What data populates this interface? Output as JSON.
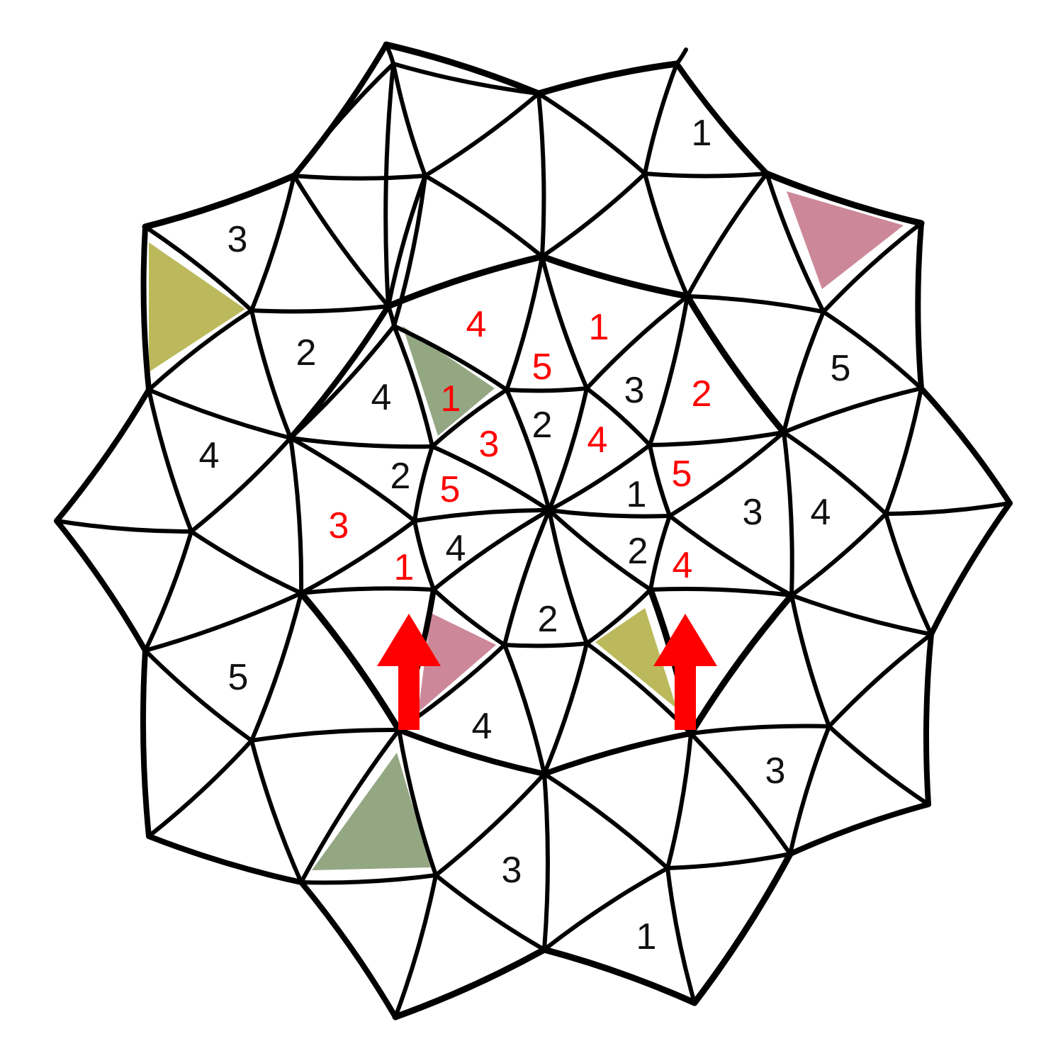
{
  "puzzle": {
    "colors": {
      "line": "#000000",
      "black_number": "#111111",
      "red_number": "#ff0000",
      "arrow": "#ff0000",
      "olive": "#bcb95c",
      "sage": "#94a783",
      "pink": "#cc8899",
      "background": "#ffffff"
    },
    "shaded_cells": [
      {
        "name": "shaded-cell-olive-left",
        "color": "olive"
      },
      {
        "name": "shaded-cell-sage-upper",
        "color": "sage"
      },
      {
        "name": "shaded-cell-pink-topright",
        "color": "pink"
      },
      {
        "name": "shaded-cell-pink-lower",
        "color": "pink"
      },
      {
        "name": "shaded-cell-olive-lower",
        "color": "olive"
      },
      {
        "name": "shaded-cell-sage-bottom",
        "color": "sage"
      }
    ],
    "clues": [
      {
        "value": "1",
        "color": "black"
      },
      {
        "value": "3",
        "color": "black"
      },
      {
        "value": "2",
        "color": "black"
      },
      {
        "value": "4",
        "color": "black"
      },
      {
        "value": "4",
        "color": "black"
      },
      {
        "value": "4",
        "color": "red"
      },
      {
        "value": "1",
        "color": "red"
      },
      {
        "value": "5",
        "color": "red"
      },
      {
        "value": "1",
        "color": "red"
      },
      {
        "value": "3",
        "color": "black"
      },
      {
        "value": "2",
        "color": "red"
      },
      {
        "value": "5",
        "color": "black"
      },
      {
        "value": "3",
        "color": "red"
      },
      {
        "value": "2",
        "color": "black"
      },
      {
        "value": "4",
        "color": "red"
      },
      {
        "value": "2",
        "color": "black"
      },
      {
        "value": "5",
        "color": "red"
      },
      {
        "value": "1",
        "color": "black"
      },
      {
        "value": "5",
        "color": "red"
      },
      {
        "value": "3",
        "color": "black"
      },
      {
        "value": "4",
        "color": "black"
      },
      {
        "value": "3",
        "color": "red"
      },
      {
        "value": "1",
        "color": "red"
      },
      {
        "value": "4",
        "color": "black"
      },
      {
        "value": "2",
        "color": "black"
      },
      {
        "value": "4",
        "color": "red"
      },
      {
        "value": "2",
        "color": "black"
      },
      {
        "value": "5",
        "color": "black"
      },
      {
        "value": "4",
        "color": "black"
      },
      {
        "value": "3",
        "color": "black"
      },
      {
        "value": "3",
        "color": "black"
      },
      {
        "value": "1",
        "color": "black"
      }
    ],
    "arrows": [
      {
        "name": "arrow-left",
        "direction": "up"
      },
      {
        "name": "arrow-right",
        "direction": "up"
      }
    ]
  }
}
